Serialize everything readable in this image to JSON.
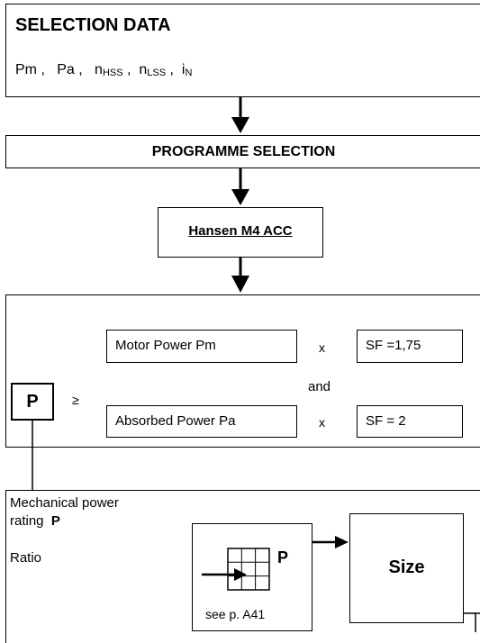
{
  "selection": {
    "title": "SELECTION DATA",
    "params": {
      "pm": "Pm ,",
      "pa": "Pa ,",
      "nhss_main": "n",
      "nhss_sub": "HSS",
      "nhss_comma": ",",
      "nlss_main": "n",
      "nlss_sub": "LSS",
      "nlss_comma": ",",
      "in_main": "i",
      "in_sub": "N"
    }
  },
  "programme": {
    "title": "PROGRAMME SELECTION"
  },
  "software": {
    "label": "Hansen M4 ACC"
  },
  "power_check": {
    "p_label": "P",
    "geq": "≥",
    "motor_power": "Motor Power Pm",
    "times1": "x",
    "sf1": "SF =1,75",
    "and": "and",
    "absorbed_power": "Absorbed Power Pa",
    "times2": "x",
    "sf2": "SF = 2"
  },
  "rating": {
    "line1": "Mechanical power",
    "line2": "rating",
    "p": "P",
    "ratio": "Ratio",
    "table_p": "P",
    "see_page": "see p. A41",
    "size": "Size"
  }
}
